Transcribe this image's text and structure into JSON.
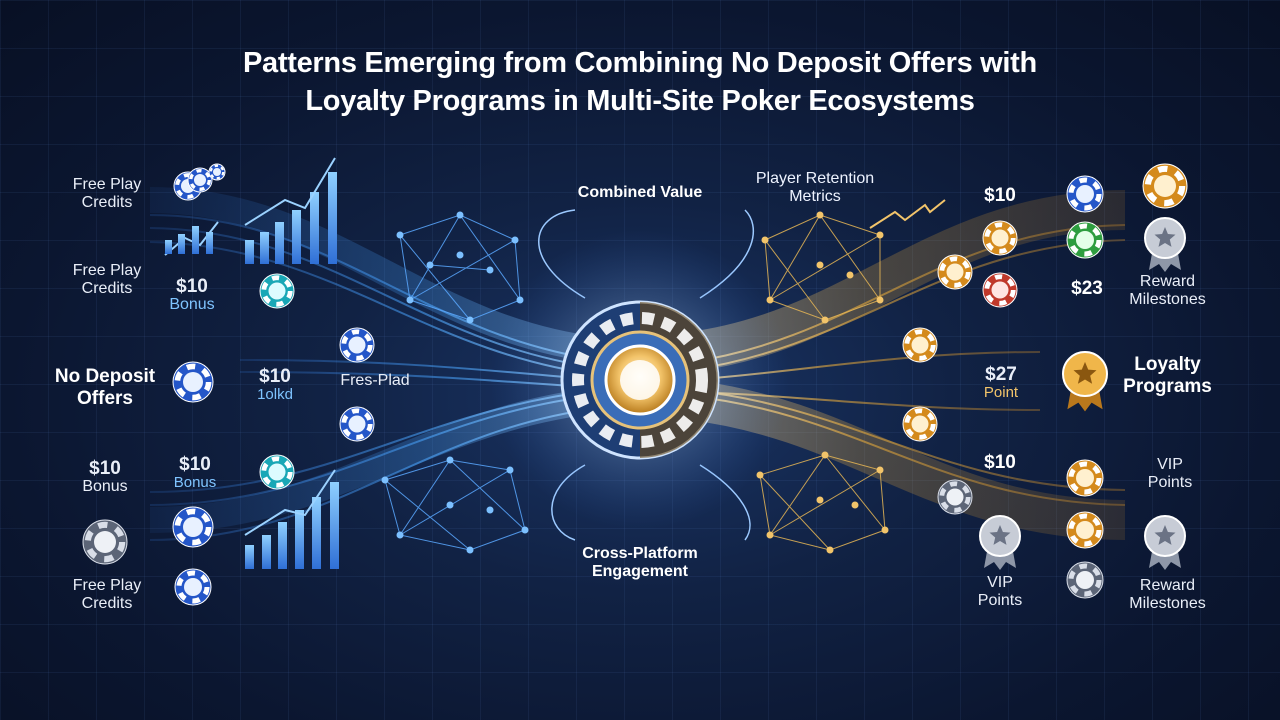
{
  "title": {
    "line1": "Patterns Emerging from Combining No Deposit Offers with",
    "line2": "Loyalty Programs in Multi-Site Poker Ecosystems"
  },
  "left": {
    "free_play_1": [
      "Free Play",
      "Credits"
    ],
    "free_play_2": [
      "Free Play",
      "Credits"
    ],
    "bonus_1": {
      "amount": "$10",
      "label": "Bonus"
    },
    "no_deposit": [
      "No Deposit",
      "Offers"
    ],
    "mid_amount": {
      "amount": "$10",
      "label": "1olkd"
    },
    "fres_plad": "Fres-Plad",
    "bonus_2": {
      "amount": "$10",
      "label": "Bonus"
    },
    "bonus_3": {
      "amount": "$10",
      "label": "Bonus"
    },
    "free_play_3": [
      "Free Play",
      "Credits"
    ]
  },
  "center": {
    "combined_value": "Combined Value",
    "player_retention": [
      "Player Retention",
      "Metrics"
    ],
    "cross_platform": [
      "Cross-Platform",
      "Engagement"
    ]
  },
  "right": {
    "amount_top": "$10",
    "amount_23": "$23",
    "reward_milestones_1": [
      "Reward",
      "Milestones"
    ],
    "loyalty_programs": [
      "Loyalty",
      "Programs"
    ],
    "point_27": {
      "amount": "$27",
      "label": "Point"
    },
    "amount_bottom": "$10",
    "vip_points_1": [
      "VIP",
      "Points"
    ],
    "vip_points_2": [
      "VIP",
      "Points"
    ],
    "reward_milestones_2": [
      "Reward",
      "Milestones"
    ]
  },
  "colors": {
    "blue_accent": "#3fa2ff",
    "gold_accent": "#e2a83c",
    "teal_chip": "#2fc7d6",
    "background": "#0b1630"
  }
}
